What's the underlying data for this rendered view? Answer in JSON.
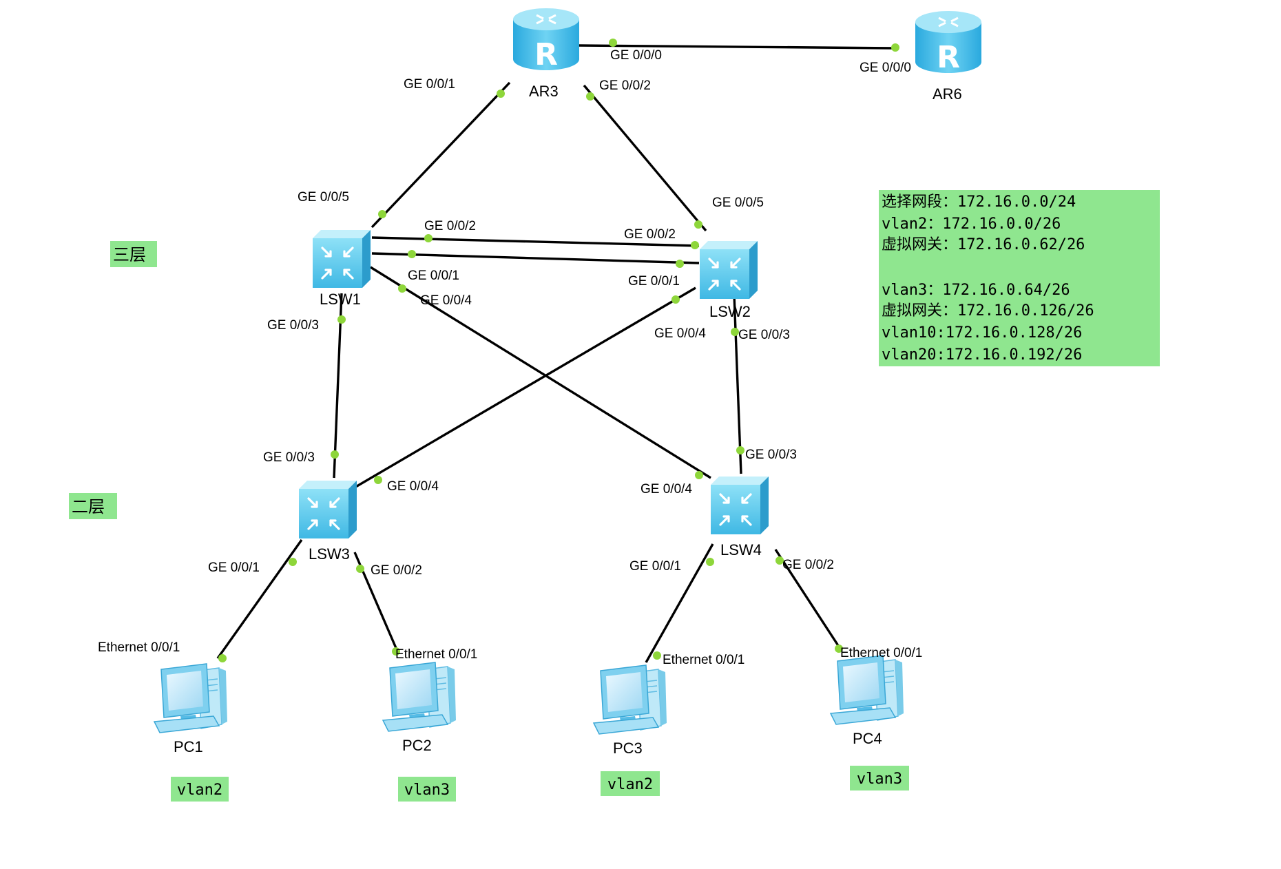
{
  "devices": {
    "ar3": {
      "label": "AR3",
      "glyph": "R",
      "icon": "router-icon"
    },
    "ar6": {
      "label": "AR6",
      "glyph": "R",
      "icon": "router-icon"
    },
    "lsw1": {
      "label": "LSW1",
      "icon": "switch-icon"
    },
    "lsw2": {
      "label": "LSW2",
      "icon": "switch-icon"
    },
    "lsw3": {
      "label": "LSW3",
      "icon": "switch-icon"
    },
    "lsw4": {
      "label": "LSW4",
      "icon": "switch-icon"
    },
    "pc1": {
      "label": "PC1",
      "icon": "pc-icon"
    },
    "pc2": {
      "label": "PC2",
      "icon": "pc-icon"
    },
    "pc3": {
      "label": "PC3",
      "icon": "pc-icon"
    },
    "pc4": {
      "label": "PC4",
      "icon": "pc-icon"
    }
  },
  "ports": {
    "ar3_ge000": "GE 0/0/0",
    "ar6_ge000": "GE 0/0/0",
    "ar3_ge001": "GE 0/0/1",
    "ar3_ge002": "GE 0/0/2",
    "lsw1_ge005": "GE 0/0/5",
    "lsw1_ge002": "GE 0/0/2",
    "lsw1_ge001": "GE 0/0/1",
    "lsw1_ge004": "GE 0/0/4",
    "lsw1_ge003": "GE 0/0/3",
    "lsw2_ge005": "GE 0/0/5",
    "lsw2_ge002": "GE 0/0/2",
    "lsw2_ge001": "GE 0/0/1",
    "lsw2_ge004": "GE 0/0/4",
    "lsw2_ge003": "GE 0/0/3",
    "lsw3_ge003": "GE 0/0/3",
    "lsw3_ge004": "GE 0/0/4",
    "lsw3_ge001": "GE 0/0/1",
    "lsw3_ge002": "GE 0/0/2",
    "lsw4_ge003": "GE 0/0/3",
    "lsw4_ge004": "GE 0/0/4",
    "lsw4_ge001": "GE 0/0/1",
    "lsw4_ge002": "GE 0/0/2",
    "pc1_eth": "Ethernet 0/0/1",
    "pc2_eth": "Ethernet 0/0/1",
    "pc3_eth": "Ethernet 0/0/1",
    "pc4_eth": "Ethernet 0/0/1"
  },
  "layers": {
    "layer3": "三层",
    "layer2": "二层"
  },
  "vlan_tags": {
    "pc1": "vlan2",
    "pc2": "vlan3",
    "pc3": "vlan2",
    "pc4": "vlan3"
  },
  "info_box": {
    "lines": [
      "选择网段：172.16.0.0/24",
      "vlan2：172.16.0.0/26",
      "虚拟网关：172.16.0.62/26",
      "",
      "vlan3：172.16.0.64/26",
      "虚拟网关：172.16.0.126/26",
      "vlan10:172.16.0.128/26",
      "vlan20:172.16.0.192/26"
    ]
  },
  "colors": {
    "label_bg": "#8fe68f",
    "port_dot": "#8ed63a",
    "link": "#000000",
    "device_blue": "#4fc3ea"
  }
}
